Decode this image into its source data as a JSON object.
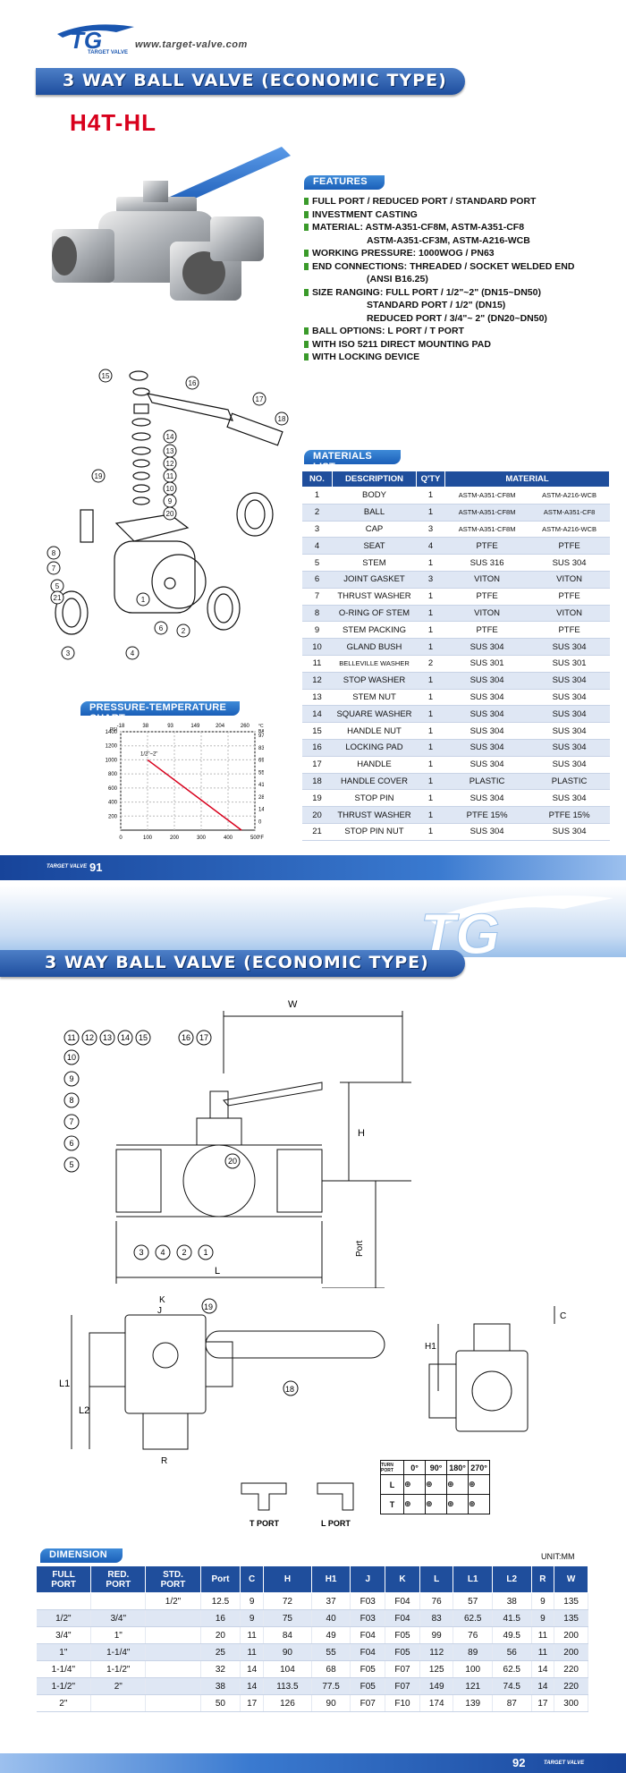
{
  "header": {
    "logo_text": "TG",
    "logo_sub": "TARGET VALVE",
    "website": "www.target-valve.com"
  },
  "page1": {
    "title": "3 WAY BALL VALVE (ECONOMIC TYPE)",
    "model": "H4T-HL",
    "page_number": "91",
    "footer_brand": "TARGET VALVE"
  },
  "features": {
    "label": "FEATURES",
    "items": [
      {
        "text": "FULL PORT / REDUCED PORT / STANDARD PORT",
        "bullet": true
      },
      {
        "text": "INVESTMENT CASTING",
        "bullet": true
      },
      {
        "text": "MATERIAL: ASTM-A351-CF8M, ASTM-A351-CF8",
        "bullet": true
      },
      {
        "text": "ASTM-A351-CF3M, ASTM-A216-WCB",
        "bullet": false
      },
      {
        "text": "WORKING PRESSURE: 1000WOG / PN63",
        "bullet": true
      },
      {
        "text": "END CONNECTIONS: THREADED / SOCKET WELDED END",
        "bullet": true
      },
      {
        "text": "(ANSI B16.25)",
        "bullet": false
      },
      {
        "text": "SIZE RANGING: FULL PORT / 1/2\"~2\" (DN15~DN50)",
        "bullet": true
      },
      {
        "text": "STANDARD PORT / 1/2\" (DN15)",
        "bullet": false
      },
      {
        "text": "REDUCED PORT / 3/4\"~ 2\" (DN20~DN50)",
        "bullet": false
      },
      {
        "text": "BALL OPTIONS: L PORT / T PORT",
        "bullet": true
      },
      {
        "text": "WITH ISO 5211 DIRECT MOUNTING PAD",
        "bullet": true
      },
      {
        "text": "WITH LOCKING DEVICE",
        "bullet": true
      }
    ]
  },
  "materials": {
    "label": "MATERIALS LIST",
    "headers": [
      "NO.",
      "DESCRIPTION",
      "Q'TY",
      "MATERIAL"
    ],
    "rows": [
      [
        "1",
        "BODY",
        "1",
        "ASTM-A351-CF8M",
        "ASTM-A216-WCB"
      ],
      [
        "2",
        "BALL",
        "1",
        "ASTM-A351-CF8M",
        "ASTM-A351-CF8"
      ],
      [
        "3",
        "CAP",
        "3",
        "ASTM-A351-CF8M",
        "ASTM-A216-WCB"
      ],
      [
        "4",
        "SEAT",
        "4",
        "PTFE",
        "PTFE"
      ],
      [
        "5",
        "STEM",
        "1",
        "SUS 316",
        "SUS 304"
      ],
      [
        "6",
        "JOINT GASKET",
        "3",
        "VITON",
        "VITON"
      ],
      [
        "7",
        "THRUST WASHER",
        "1",
        "PTFE",
        "PTFE"
      ],
      [
        "8",
        "O-RING OF STEM",
        "1",
        "VITON",
        "VITON"
      ],
      [
        "9",
        "STEM PACKING",
        "1",
        "PTFE",
        "PTFE"
      ],
      [
        "10",
        "GLAND BUSH",
        "1",
        "SUS 304",
        "SUS 304"
      ],
      [
        "11",
        "BELLEVILLE WASHER",
        "2",
        "SUS 301",
        "SUS 301"
      ],
      [
        "12",
        "STOP WASHER",
        "1",
        "SUS 304",
        "SUS 304"
      ],
      [
        "13",
        "STEM NUT",
        "1",
        "SUS 304",
        "SUS 304"
      ],
      [
        "14",
        "SQUARE WASHER",
        "1",
        "SUS 304",
        "SUS 304"
      ],
      [
        "15",
        "HANDLE NUT",
        "1",
        "SUS 304",
        "SUS 304"
      ],
      [
        "16",
        "LOCKING PAD",
        "1",
        "SUS 304",
        "SUS 304"
      ],
      [
        "17",
        "HANDLE",
        "1",
        "SUS 304",
        "SUS 304"
      ],
      [
        "18",
        "HANDLE COVER",
        "1",
        "PLASTIC",
        "PLASTIC"
      ],
      [
        "19",
        "STOP PIN",
        "1",
        "SUS 304",
        "SUS 304"
      ],
      [
        "20",
        "THRUST WASHER",
        "1",
        "PTFE 15%",
        "PTFE 15%"
      ],
      [
        "21",
        "STOP PIN NUT",
        "1",
        "SUS 304",
        "SUS 304"
      ]
    ]
  },
  "pt_chart": {
    "label": "PRESSURE-TEMPERATURE CHART",
    "top_ticks": [
      "-18",
      "38",
      "93",
      "149",
      "204",
      "260"
    ],
    "top_unit": "°C",
    "y_ticks": [
      "1400",
      "1200",
      "1000",
      "800",
      "600",
      "400",
      "200"
    ],
    "y_unit": "PSI",
    "right_ticks": [
      "97",
      "83",
      "69",
      "55",
      "41",
      "28",
      "14",
      "0"
    ],
    "right_unit": "BAR",
    "x_ticks": [
      "0",
      "100",
      "200",
      "300",
      "400",
      "500"
    ],
    "x_unit": "°F",
    "series_label": "1/2\"~2\"",
    "line": [
      [
        100,
        1000
      ],
      [
        450,
        0
      ]
    ]
  },
  "exploded_callouts": [
    "1",
    "2",
    "3",
    "4",
    "5",
    "6",
    "7",
    "8",
    "9",
    "10",
    "11",
    "12",
    "13",
    "14",
    "15",
    "16",
    "17",
    "18",
    "19",
    "20",
    "21"
  ],
  "page2": {
    "title": "3 WAY BALL VALVE (ECONOMIC TYPE)",
    "page_number": "92",
    "footer_brand": "TARGET VALVE",
    "logo_text": "TG"
  },
  "drawing": {
    "labels": {
      "w": "W",
      "h": "H",
      "l": "L",
      "port": "Port",
      "h1": "H1",
      "c": "C",
      "l1": "L1",
      "l2": "L2",
      "k": "K",
      "j": "J",
      "r": "R"
    },
    "top_callouts": [
      "11",
      "12",
      "13",
      "14",
      "15",
      "16",
      "17"
    ],
    "left_callouts": [
      "10",
      "9",
      "8",
      "7",
      "6",
      "5"
    ],
    "bottom_callouts": [
      "3",
      "4",
      "2",
      "1"
    ],
    "callout_20": "20",
    "callout_19": "19",
    "callout_18": "18"
  },
  "ports": {
    "t_port": "T PORT",
    "l_port": "L PORT",
    "turn": "TURN",
    "port": "PORT",
    "angles": [
      "0°",
      "90°",
      "180°",
      "270°"
    ],
    "rows": [
      "L",
      "T"
    ]
  },
  "dimension": {
    "label": "DIMENSION",
    "unit": "UNIT:MM",
    "headers": [
      "FULL PORT",
      "RED. PORT",
      "STD. PORT",
      "Port",
      "C",
      "H",
      "H1",
      "J",
      "K",
      "L",
      "L1",
      "L2",
      "R",
      "W"
    ],
    "rows": [
      [
        "",
        "",
        "1/2\"",
        "12.5",
        "9",
        "72",
        "37",
        "F03",
        "F04",
        "76",
        "57",
        "38",
        "9",
        "135"
      ],
      [
        "1/2\"",
        "3/4\"",
        "",
        "16",
        "9",
        "75",
        "40",
        "F03",
        "F04",
        "83",
        "62.5",
        "41.5",
        "9",
        "135"
      ],
      [
        "3/4\"",
        "1\"",
        "",
        "20",
        "11",
        "84",
        "49",
        "F04",
        "F05",
        "99",
        "76",
        "49.5",
        "11",
        "200"
      ],
      [
        "1\"",
        "1-1/4\"",
        "",
        "25",
        "11",
        "90",
        "55",
        "F04",
        "F05",
        "112",
        "89",
        "56",
        "11",
        "200"
      ],
      [
        "1-1/4\"",
        "1-1/2\"",
        "",
        "32",
        "14",
        "104",
        "68",
        "F05",
        "F07",
        "125",
        "100",
        "62.5",
        "14",
        "220"
      ],
      [
        "1-1/2\"",
        "2\"",
        "",
        "38",
        "14",
        "113.5",
        "77.5",
        "F05",
        "F07",
        "149",
        "121",
        "74.5",
        "14",
        "220"
      ],
      [
        "2\"",
        "",
        "",
        "50",
        "17",
        "126",
        "90",
        "F07",
        "F10",
        "174",
        "139",
        "87",
        "17",
        "300"
      ]
    ]
  },
  "colors": {
    "brand_blue": "#1f4e9c",
    "accent_red": "#d8001c",
    "bullet_green": "#3a9a2a"
  }
}
